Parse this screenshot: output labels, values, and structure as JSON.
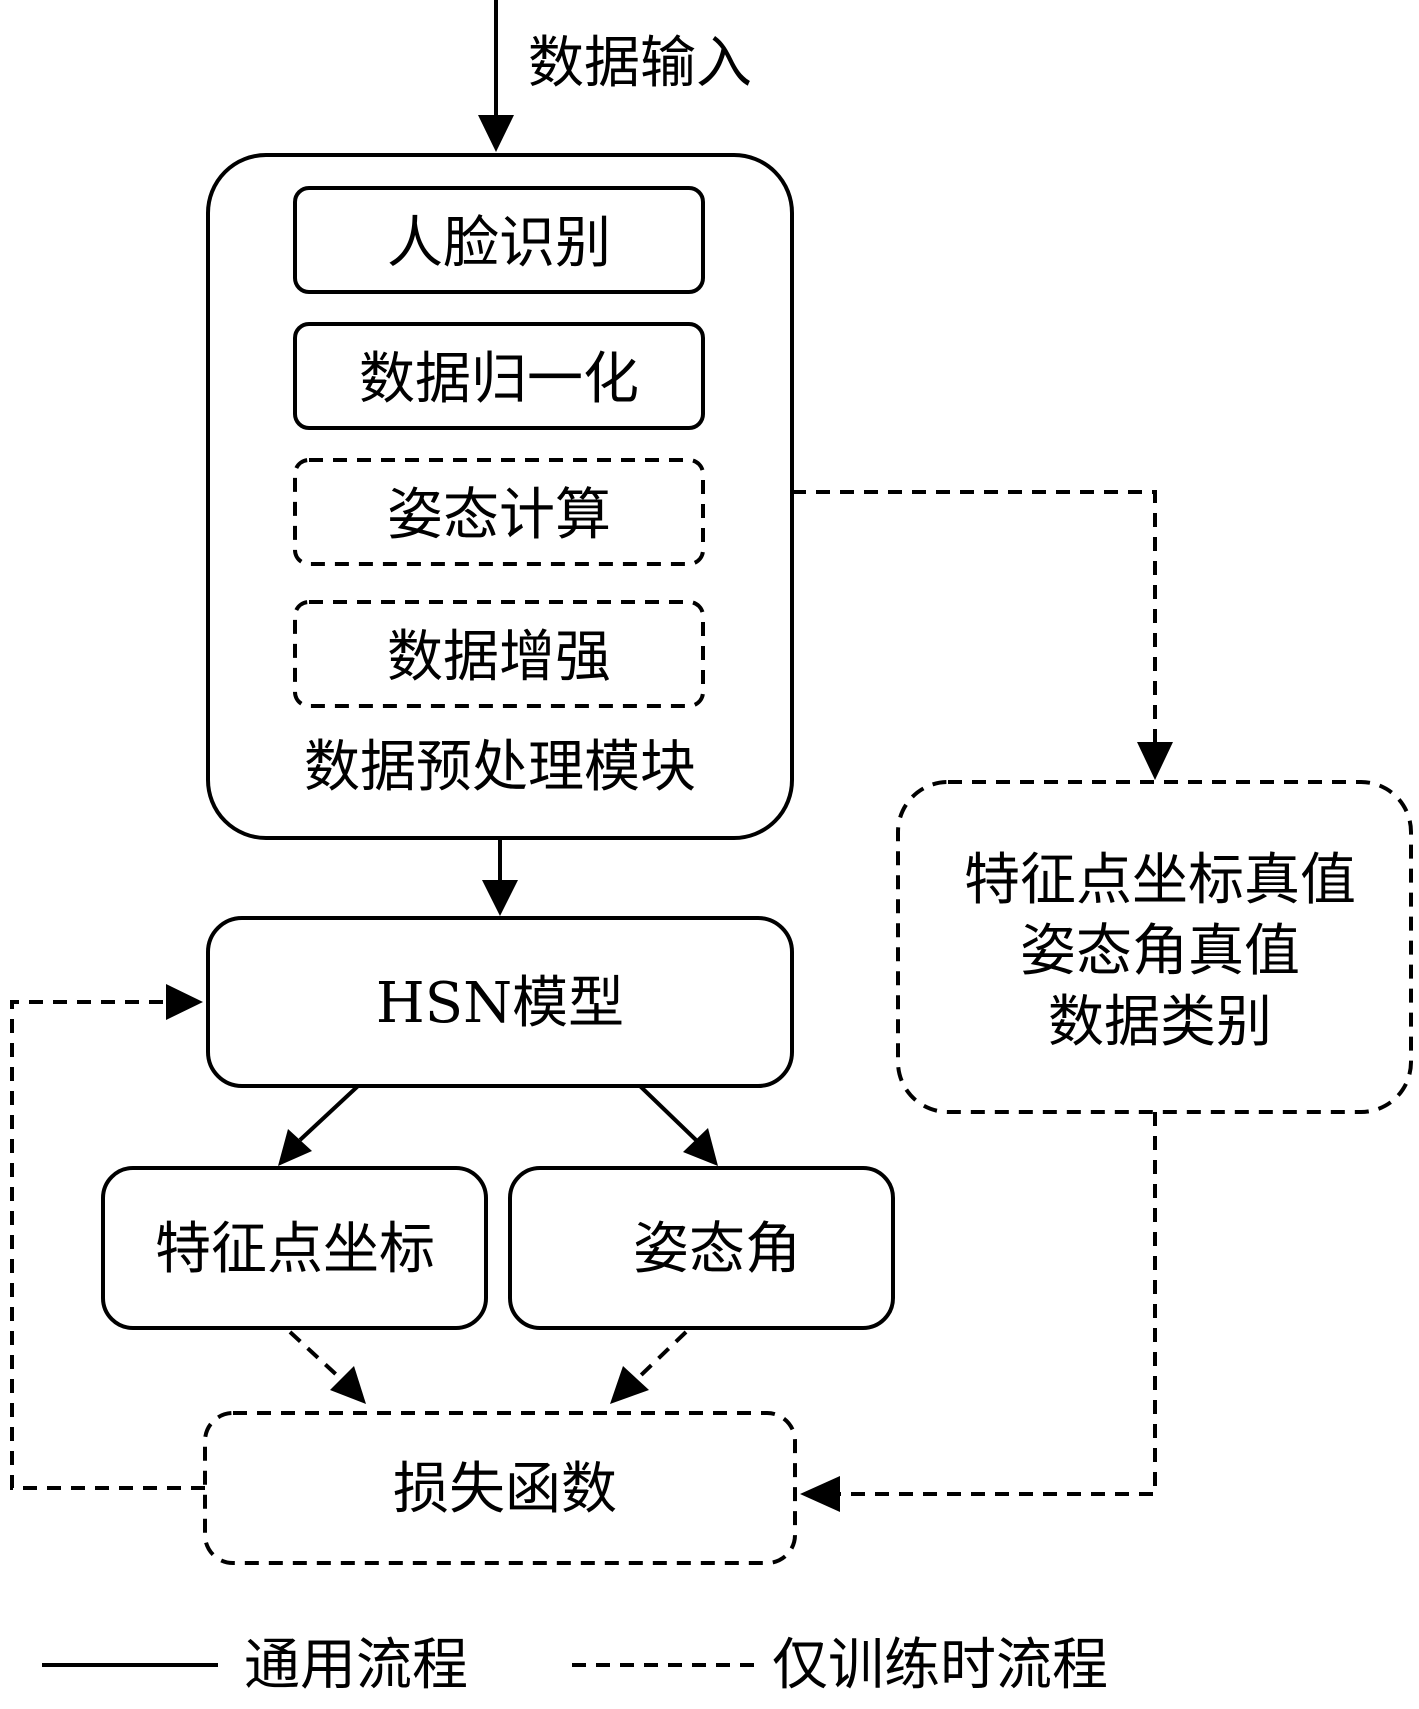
{
  "input_label": "数据输入",
  "preprocess": {
    "title": "数据预处理模块",
    "steps": [
      "人脸识别",
      "数据归一化",
      "姿态计算",
      "数据增强"
    ]
  },
  "model": "HSN模型",
  "outputs": {
    "landmarks": "特征点坐标",
    "pose": "姿态角"
  },
  "ground_truth": [
    "特征点坐标真值",
    "姿态角真值",
    "数据类别"
  ],
  "loss": "损失函数",
  "legend": {
    "general": "通用流程",
    "training_only": "仅训练时流程"
  }
}
